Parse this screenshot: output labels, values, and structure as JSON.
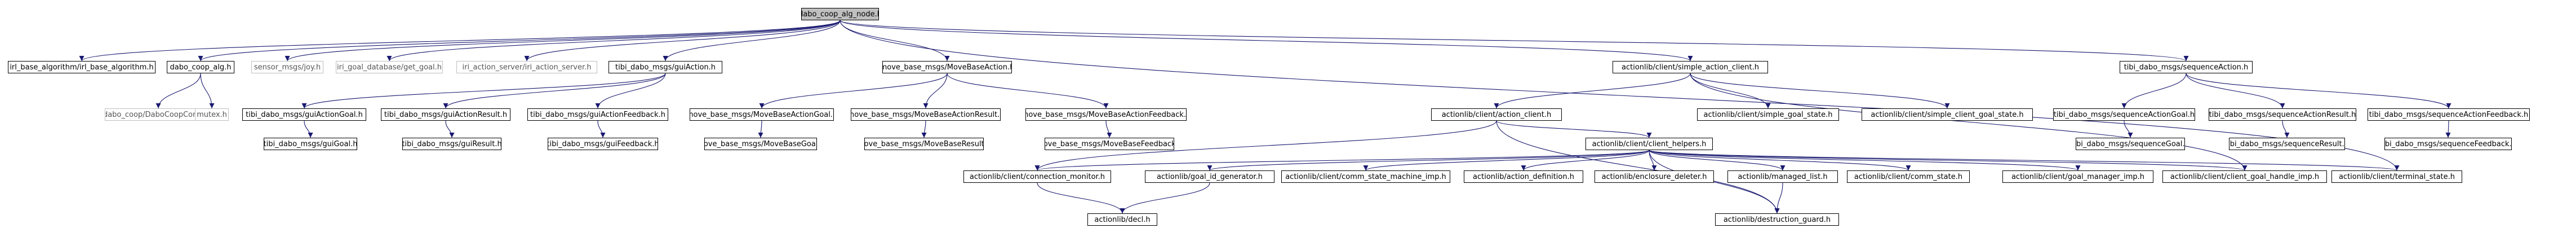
{
  "graph": {
    "edge_color": "#191970",
    "root_fill": "#bfbfbf",
    "nodes": {
      "root": "dabo_coop_alg_node.h",
      "irl_base_algorithm": "irl_base_algorithm/irl_base_algorithm.h",
      "dabo_coop_alg": "dabo_coop_alg.h",
      "sensor_msgs_joy": "sensor_msgs/joy.h",
      "iri_goal_database": "iri_goal_database/get_goal.h",
      "iri_action_server": "iri_action_server/iri_action_server.h",
      "gui_action": "tibi_dabo_msgs/guiAction.h",
      "move_base_action": "move_base_msgs/MoveBaseAction.h",
      "simple_action_client": "actionlib/client/simple_action_client.h",
      "sequence_action": "tibi_dabo_msgs/sequenceAction.h",
      "dabo_coop_config": "dabo_coop/DaboCoopConfig.h",
      "mutex": "mutex.h",
      "gui_action_goal": "tibi_dabo_msgs/guiActionGoal.h",
      "gui_action_result": "tibi_dabo_msgs/guiActionResult.h",
      "gui_action_feedback": "tibi_dabo_msgs/guiActionFeedback.h",
      "move_base_action_goal": "move_base_msgs/MoveBaseActionGoal.h",
      "move_base_action_result": "move_base_msgs/MoveBaseActionResult.h",
      "move_base_action_feedback": "move_base_msgs/MoveBaseActionFeedback.h",
      "action_client": "actionlib/client/action_client.h",
      "simple_goal_state": "actionlib/client/simple_goal_state.h",
      "simple_client_goal_state": "actionlib/client/simple_client_goal_state.h",
      "sequence_action_goal": "tibi_dabo_msgs/sequenceActionGoal.h",
      "sequence_action_result": "tibi_dabo_msgs/sequenceActionResult.h",
      "sequence_action_feedback": "tibi_dabo_msgs/sequenceActionFeedback.h",
      "gui_goal": "tibi_dabo_msgs/guiGoal.h",
      "gui_result": "tibi_dabo_msgs/guiResult.h",
      "gui_feedback": "tibi_dabo_msgs/guiFeedback.h",
      "move_base_goal": "move_base_msgs/MoveBaseGoal.h",
      "move_base_result": "move_base_msgs/MoveBaseResult.h",
      "move_base_feedback": "move_base_msgs/MoveBaseFeedback.h",
      "client_helpers": "actionlib/client/client_helpers.h",
      "sequence_goal": "tibi_dabo_msgs/sequenceGoal.h",
      "sequence_result": "tibi_dabo_msgs/sequenceResult.h",
      "sequence_feedback": "tibi_dabo_msgs/sequenceFeedback.h",
      "connection_monitor": "actionlib/client/connection_monitor.h",
      "goal_id_generator": "actionlib/goal_id_generator.h",
      "comm_state_machine_imp": "actionlib/client/comm_state_machine_imp.h",
      "action_definition": "actionlib/action_definition.h",
      "enclosure_deleter": "actionlib/enclosure_deleter.h",
      "managed_list": "actionlib/managed_list.h",
      "comm_state": "actionlib/client/comm_state.h",
      "goal_manager_imp": "actionlib/client/goal_manager_imp.h",
      "client_goal_handle_imp": "actionlib/client/client_goal_handle_imp.h",
      "terminal_state": "actionlib/client/terminal_state.h",
      "decl": "actionlib/decl.h",
      "destruction_guard": "actionlib/destruction_guard.h"
    }
  }
}
